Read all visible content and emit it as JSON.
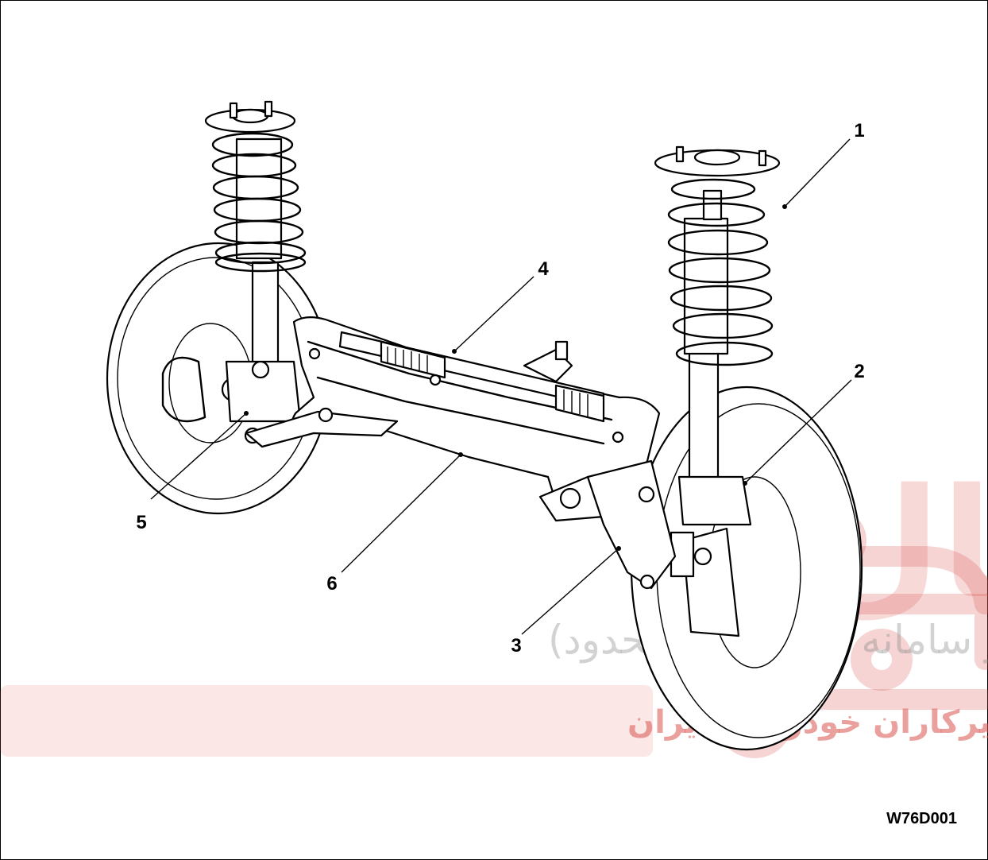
{
  "callouts": [
    {
      "label": "1",
      "part": "coil-spring"
    },
    {
      "label": "2",
      "part": "steering-knuckle"
    },
    {
      "label": "3",
      "part": "lower-control-arm"
    },
    {
      "label": "4",
      "part": "steering-gear"
    },
    {
      "label": "5",
      "part": "steering-knuckle-left"
    },
    {
      "label": "6",
      "part": "subframe"
    }
  ],
  "figure_code": "W76D001",
  "watermark": {
    "brand": "خودرو دیجیتال",
    "company": "شرکت دیجیتال خودرو سامانه (مسئولیت محدود)",
    "slogan": "اولین سامانه دیجیتال تعمیرکاران خودرو در ایران",
    "color": "#d9534f"
  }
}
